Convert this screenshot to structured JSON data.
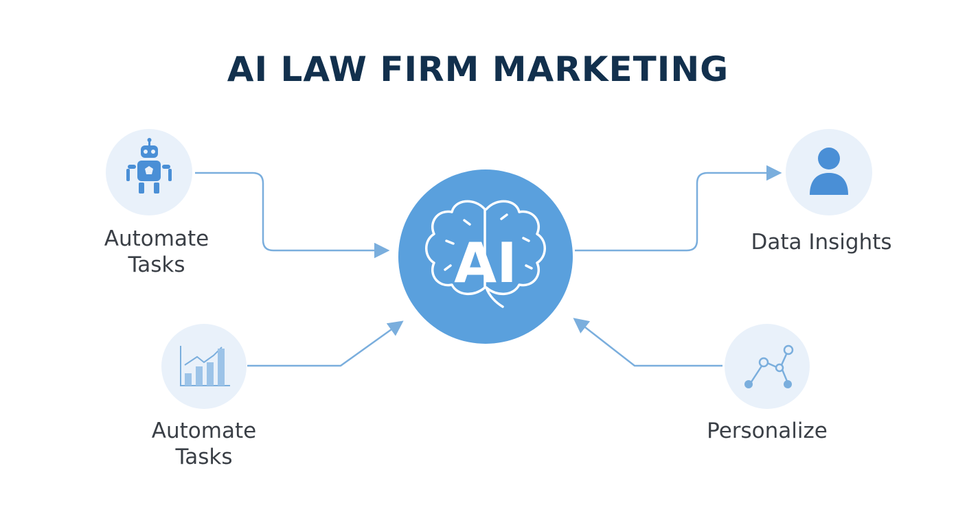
{
  "title": "AI LAW FIRM MARKETING",
  "hub": {
    "label": "AI",
    "icon": "brain-icon",
    "color": "#5aa0dd"
  },
  "nodes": [
    {
      "label_lines": [
        "Automate",
        "Tasks"
      ],
      "icon": "robot-icon"
    },
    {
      "label_lines": [
        "Automate",
        "Tasks"
      ],
      "icon": "bar-chart-icon"
    },
    {
      "label_lines": [
        "Data Insights"
      ],
      "icon": "user-icon"
    },
    {
      "label_lines": [
        "Personalize"
      ],
      "icon": "network-nodes-icon"
    }
  ],
  "colors": {
    "title": "#12304d",
    "connector": "#7aaedd",
    "icon": "#4a8fd6",
    "node_background": "#e9f1fa",
    "label": "#3a3f46"
  }
}
